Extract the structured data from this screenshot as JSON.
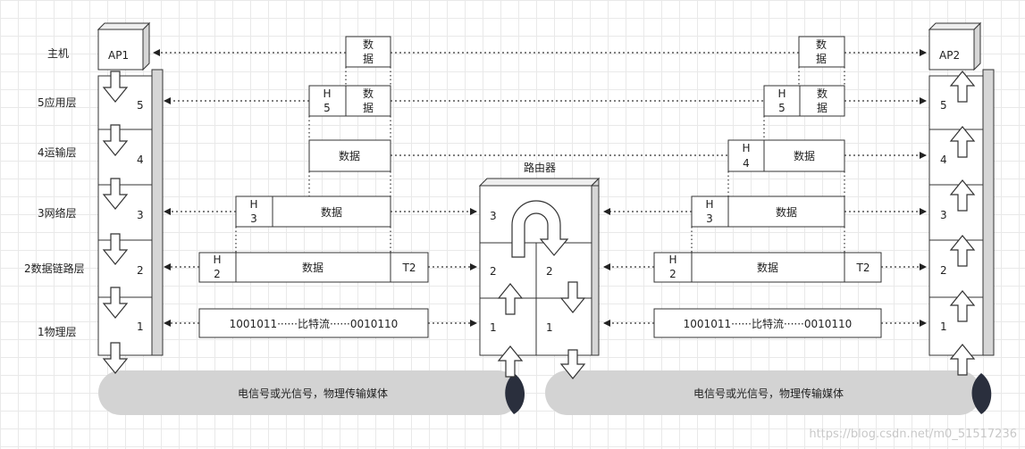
{
  "layers": {
    "host": "主机",
    "l5": "5应用层",
    "l4": "4运输层",
    "l3": "3网络层",
    "l2": "2数据链路层",
    "l1": "1物理层"
  },
  "hosts": {
    "left": "AP1",
    "right": "AP2"
  },
  "levels": {
    "n5": "5",
    "n4": "4",
    "n3": "3",
    "n2": "2",
    "n1": "1"
  },
  "packet": {
    "data": "数据",
    "data_top": "数",
    "data_bottom": "据",
    "h": "H",
    "h5": "5",
    "h4": "4",
    "h3": "3",
    "h2": "2",
    "t2": "T2",
    "bits": "1001011······比特流······0010110"
  },
  "router": {
    "title": "路由器"
  },
  "medium": {
    "label": "电信号或光信号，物理传输媒体"
  },
  "watermark": "https://blog.csdn.net/m0_51517236"
}
